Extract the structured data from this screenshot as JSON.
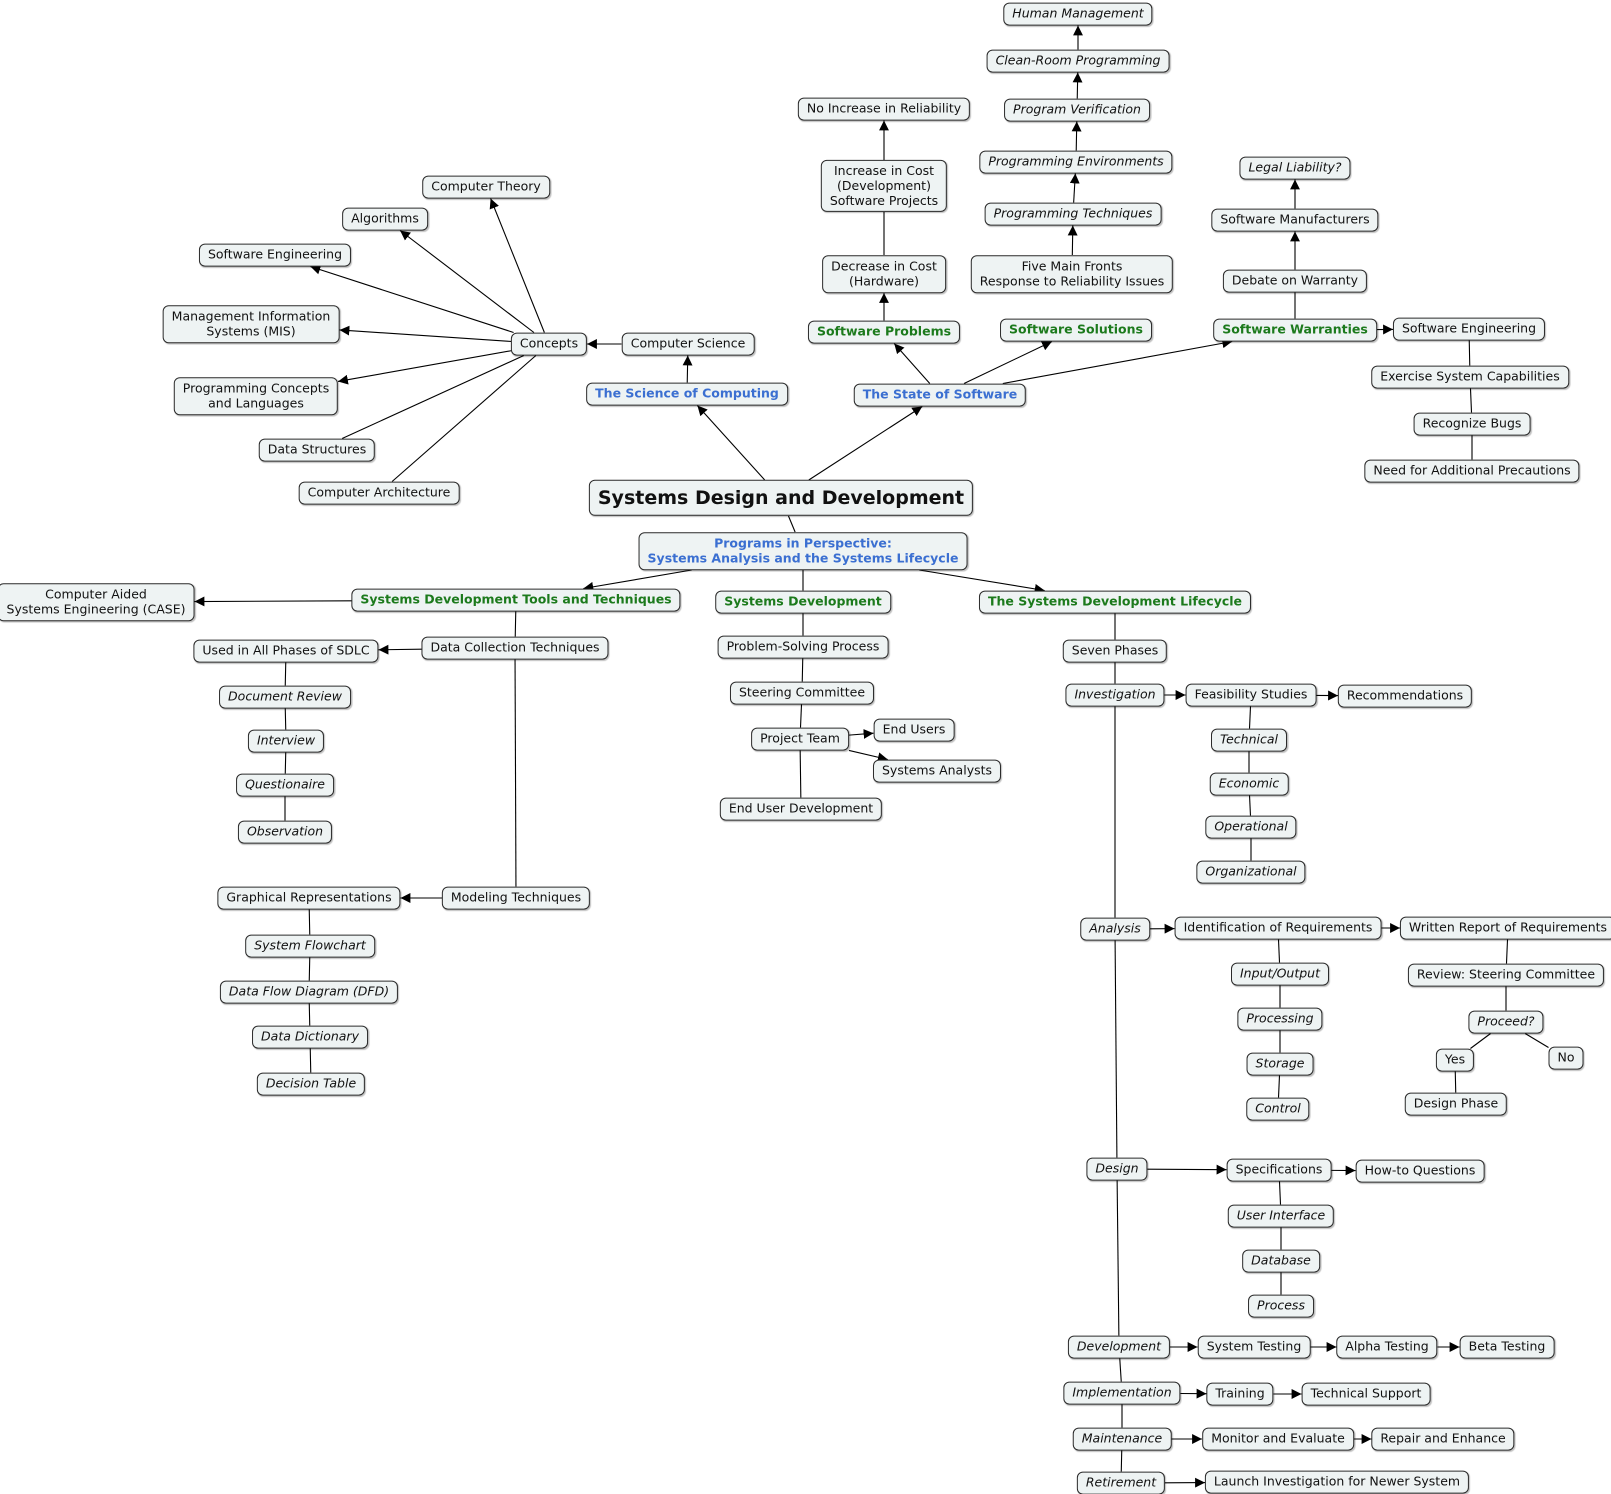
{
  "nodes": [
    {
      "id": "root",
      "label": "Systems Design and Development"
    },
    {
      "id": "pip",
      "label": "Programs in Perspective:\nSystems Analysis and the Systems Lifecycle"
    },
    {
      "id": "sci",
      "label": "The Science of Computing"
    },
    {
      "id": "csci",
      "label": "Computer Science"
    },
    {
      "id": "concepts",
      "label": "Concepts"
    },
    {
      "id": "ctheory",
      "label": "Computer Theory"
    },
    {
      "id": "algo",
      "label": "Algorithms"
    },
    {
      "id": "sweng1",
      "label": "Software Engineering"
    },
    {
      "id": "mis",
      "label": "Management Information\nSystems (MIS)"
    },
    {
      "id": "pcl",
      "label": "Programming Concepts\nand Languages"
    },
    {
      "id": "ds",
      "label": "Data Structures"
    },
    {
      "id": "carch",
      "label": "Computer Architecture"
    },
    {
      "id": "state",
      "label": "The State of Software"
    },
    {
      "id": "swprob",
      "label": "Software Problems"
    },
    {
      "id": "dec",
      "label": "Decrease in Cost\n(Hardware)"
    },
    {
      "id": "inc",
      "label": "Increase in Cost\n(Development)\nSoftware Projects"
    },
    {
      "id": "noinc",
      "label": "No Increase in Reliability"
    },
    {
      "id": "swsol",
      "label": "Software Solutions"
    },
    {
      "id": "five",
      "label": "Five Main Fronts\nResponse to Reliability Issues"
    },
    {
      "id": "ptech",
      "label": "Programming Techniques"
    },
    {
      "id": "penv",
      "label": "Programming Environments"
    },
    {
      "id": "pver",
      "label": "Program Verification"
    },
    {
      "id": "clean",
      "label": "Clean-Room Programming"
    },
    {
      "id": "human",
      "label": "Human Management"
    },
    {
      "id": "swwar",
      "label": "Software Warranties"
    },
    {
      "id": "debate",
      "label": "Debate on Warranty"
    },
    {
      "id": "swman",
      "label": "Software Manufacturers"
    },
    {
      "id": "legal",
      "label": "Legal Liability?"
    },
    {
      "id": "sweng2",
      "label": "Software Engineering"
    },
    {
      "id": "exer",
      "label": "Exercise System Capabilities"
    },
    {
      "id": "recog",
      "label": "Recognize Bugs"
    },
    {
      "id": "need",
      "label": "Need for Additional Precautions"
    },
    {
      "id": "sdtt",
      "label": "Systems Development Tools and Techniques"
    },
    {
      "id": "case",
      "label": "Computer Aided\nSystems Engineering (CASE)"
    },
    {
      "id": "dct",
      "label": "Data Collection Techniques"
    },
    {
      "id": "used",
      "label": "Used in All Phases of SDLC"
    },
    {
      "id": "docrev",
      "label": "Document Review"
    },
    {
      "id": "interview",
      "label": "Interview"
    },
    {
      "id": "quest",
      "label": "Questionaire"
    },
    {
      "id": "obs",
      "label": "Observation"
    },
    {
      "id": "model",
      "label": "Modeling Techniques"
    },
    {
      "id": "graph",
      "label": "Graphical Representations"
    },
    {
      "id": "sflow",
      "label": "System Flowchart"
    },
    {
      "id": "dfd",
      "label": "Data Flow Diagram (DFD)"
    },
    {
      "id": "ddict",
      "label": "Data Dictionary"
    },
    {
      "id": "dtable",
      "label": "Decision Table"
    },
    {
      "id": "sd",
      "label": "Systems Development"
    },
    {
      "id": "psp",
      "label": "Problem-Solving Process"
    },
    {
      "id": "steer",
      "label": "Steering Committee"
    },
    {
      "id": "pteam",
      "label": "Project Team"
    },
    {
      "id": "eusers",
      "label": "End Users"
    },
    {
      "id": "sanal",
      "label": "Systems Analysts"
    },
    {
      "id": "eud",
      "label": "End User Development"
    },
    {
      "id": "sdlc",
      "label": "The Systems Development Lifecycle"
    },
    {
      "id": "seven",
      "label": "Seven Phases"
    },
    {
      "id": "invest",
      "label": "Investigation"
    },
    {
      "id": "feas",
      "label": "Feasibility Studies"
    },
    {
      "id": "recom",
      "label": "Recommendations"
    },
    {
      "id": "tech",
      "label": "Technical"
    },
    {
      "id": "econ",
      "label": "Economic"
    },
    {
      "id": "oper",
      "label": "Operational"
    },
    {
      "id": "org",
      "label": "Organizational"
    },
    {
      "id": "analysis",
      "label": "Analysis"
    },
    {
      "id": "idreq",
      "label": "Identification of Requirements"
    },
    {
      "id": "written",
      "label": "Written Report of Requirements"
    },
    {
      "id": "review",
      "label": "Review: Steering Committee"
    },
    {
      "id": "proceed",
      "label": "Proceed?"
    },
    {
      "id": "yes",
      "label": "Yes"
    },
    {
      "id": "no",
      "label": "No"
    },
    {
      "id": "dphase",
      "label": "Design Phase"
    },
    {
      "id": "io",
      "label": "Input/Output"
    },
    {
      "id": "proc1",
      "label": "Processing"
    },
    {
      "id": "stor",
      "label": "Storage"
    },
    {
      "id": "ctrl",
      "label": "Control"
    },
    {
      "id": "design",
      "label": "Design"
    },
    {
      "id": "spec",
      "label": "Specifications"
    },
    {
      "id": "howto",
      "label": "How-to Questions"
    },
    {
      "id": "ui",
      "label": "User Interface"
    },
    {
      "id": "db",
      "label": "Database"
    },
    {
      "id": "proc2",
      "label": "Process"
    },
    {
      "id": "devel",
      "label": "Development"
    },
    {
      "id": "stest",
      "label": "System Testing"
    },
    {
      "id": "atest",
      "label": "Alpha Testing"
    },
    {
      "id": "btest",
      "label": "Beta Testing"
    },
    {
      "id": "impl",
      "label": "Implementation"
    },
    {
      "id": "train",
      "label": "Training"
    },
    {
      "id": "tsupp",
      "label": "Technical Support"
    },
    {
      "id": "maint",
      "label": "Maintenance"
    },
    {
      "id": "monitor",
      "label": "Monitor and Evaluate"
    },
    {
      "id": "repair",
      "label": "Repair and Enhance"
    },
    {
      "id": "retire",
      "label": "Retirement"
    },
    {
      "id": "launch",
      "label": "Launch Investigation for Newer System"
    }
  ],
  "edges": [
    [
      "root",
      "pip",
      0
    ],
    [
      "root",
      "sci",
      1
    ],
    [
      "root",
      "state",
      1
    ],
    [
      "sci",
      "csci",
      1
    ],
    [
      "csci",
      "concepts",
      1
    ],
    [
      "concepts",
      "ctheory",
      1
    ],
    [
      "concepts",
      "algo",
      1
    ],
    [
      "concepts",
      "sweng1",
      1
    ],
    [
      "concepts",
      "mis",
      1
    ],
    [
      "concepts",
      "pcl",
      1
    ],
    [
      "concepts",
      "ds",
      0
    ],
    [
      "concepts",
      "carch",
      0
    ],
    [
      "state",
      "swprob",
      1
    ],
    [
      "state",
      "swsol",
      1
    ],
    [
      "state",
      "swwar",
      1
    ],
    [
      "swprob",
      "dec",
      1
    ],
    [
      "dec",
      "inc",
      0
    ],
    [
      "inc",
      "noinc",
      1
    ],
    [
      "five",
      "ptech",
      1
    ],
    [
      "ptech",
      "penv",
      1
    ],
    [
      "penv",
      "pver",
      1
    ],
    [
      "pver",
      "clean",
      1
    ],
    [
      "clean",
      "human",
      1
    ],
    [
      "swwar",
      "debate",
      0
    ],
    [
      "debate",
      "swman",
      1
    ],
    [
      "swman",
      "legal",
      1
    ],
    [
      "swwar",
      "sweng2",
      1
    ],
    [
      "sweng2",
      "exer",
      0
    ],
    [
      "exer",
      "recog",
      0
    ],
    [
      "recog",
      "need",
      0
    ],
    [
      "pip",
      "sdtt",
      1
    ],
    [
      "pip",
      "sd",
      0
    ],
    [
      "pip",
      "sdlc",
      1
    ],
    [
      "sdtt",
      "case",
      1
    ],
    [
      "sdtt",
      "dct",
      0
    ],
    [
      "dct",
      "used",
      1
    ],
    [
      "dct",
      "model",
      0
    ],
    [
      "used",
      "docrev",
      0
    ],
    [
      "docrev",
      "interview",
      0
    ],
    [
      "interview",
      "quest",
      0
    ],
    [
      "quest",
      "obs",
      0
    ],
    [
      "model",
      "graph",
      1
    ],
    [
      "graph",
      "sflow",
      0
    ],
    [
      "sflow",
      "dfd",
      0
    ],
    [
      "dfd",
      "ddict",
      0
    ],
    [
      "ddict",
      "dtable",
      0
    ],
    [
      "sd",
      "psp",
      0
    ],
    [
      "psp",
      "steer",
      0
    ],
    [
      "steer",
      "pteam",
      0
    ],
    [
      "pteam",
      "eusers",
      1
    ],
    [
      "pteam",
      "sanal",
      1
    ],
    [
      "pteam",
      "eud",
      0
    ],
    [
      "sdlc",
      "seven",
      0
    ],
    [
      "seven",
      "invest",
      0
    ],
    [
      "invest",
      "analysis",
      0
    ],
    [
      "analysis",
      "design",
      0
    ],
    [
      "design",
      "devel",
      0
    ],
    [
      "devel",
      "impl",
      0
    ],
    [
      "impl",
      "maint",
      0
    ],
    [
      "maint",
      "retire",
      0
    ],
    [
      "invest",
      "feas",
      1
    ],
    [
      "feas",
      "recom",
      1
    ],
    [
      "feas",
      "tech",
      0
    ],
    [
      "tech",
      "econ",
      0
    ],
    [
      "econ",
      "oper",
      0
    ],
    [
      "oper",
      "org",
      0
    ],
    [
      "analysis",
      "idreq",
      1
    ],
    [
      "idreq",
      "written",
      1
    ],
    [
      "written",
      "review",
      0
    ],
    [
      "review",
      "proceed",
      0
    ],
    [
      "proceed",
      "yes",
      0
    ],
    [
      "proceed",
      "no",
      0
    ],
    [
      "yes",
      "dphase",
      0
    ],
    [
      "idreq",
      "io",
      0
    ],
    [
      "io",
      "proc1",
      0
    ],
    [
      "proc1",
      "stor",
      0
    ],
    [
      "stor",
      "ctrl",
      0
    ],
    [
      "design",
      "spec",
      1
    ],
    [
      "spec",
      "howto",
      1
    ],
    [
      "spec",
      "ui",
      0
    ],
    [
      "ui",
      "db",
      0
    ],
    [
      "db",
      "proc2",
      0
    ],
    [
      "devel",
      "stest",
      1
    ],
    [
      "stest",
      "atest",
      1
    ],
    [
      "atest",
      "btest",
      1
    ],
    [
      "impl",
      "train",
      1
    ],
    [
      "train",
      "tsupp",
      1
    ],
    [
      "maint",
      "monitor",
      1
    ],
    [
      "monitor",
      "repair",
      1
    ],
    [
      "retire",
      "launch",
      1
    ]
  ],
  "colors": {
    "node_fill": "#eef3f3",
    "border": "#2b2b2b",
    "green_label": "#1c7a1c",
    "blue_label": "#3b6fd1",
    "line": "#000000"
  }
}
